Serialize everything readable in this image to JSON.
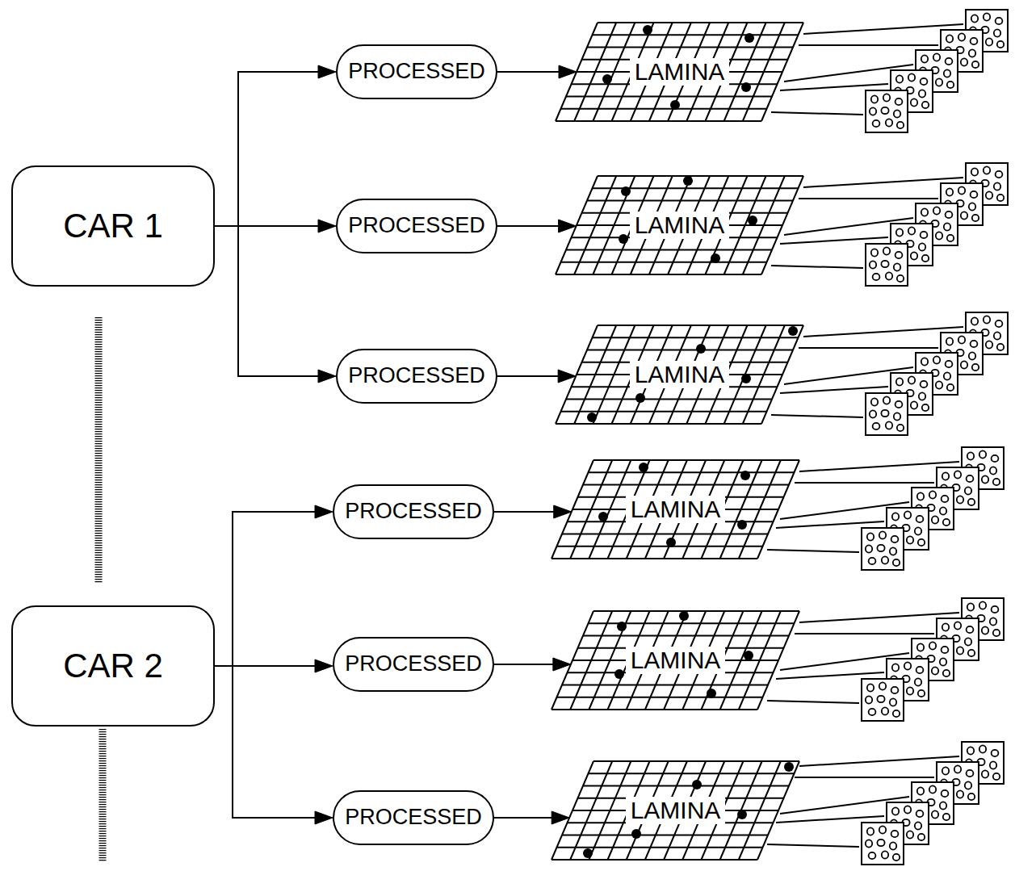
{
  "diagram": {
    "nodes": [
      {
        "text": [
          "CAR 1"
        ]
      },
      {
        "text": [
          "PROCESSED"
        ]
      },
      {
        "text": [
          "LAMINA"
        ]
      },
      {
        "text": [
          "PROCESSED"
        ]
      },
      {
        "text": [
          "LAMINA"
        ]
      },
      {
        "text": [
          "PROCESSED"
        ]
      },
      {
        "text": [
          "LAMINA"
        ]
      },
      {
        "text": [
          "CAR 2"
        ]
      },
      {
        "text": [
          "PROCESSED"
        ]
      },
      {
        "text": [
          "LAMINA"
        ]
      },
      {
        "text": [
          "PROCESSED"
        ]
      },
      {
        "text": [
          "LAMINA"
        ]
      },
      {
        "text": [
          "PROCESSED"
        ]
      },
      {
        "text": [
          "LAMINA"
        ]
      }
    ],
    "edges": [
      {
        "from": 0,
        "to": 1,
        "arrow": "to"
      },
      {
        "from": 0,
        "to": 3,
        "arrow": "to"
      },
      {
        "from": 0,
        "to": 5,
        "arrow": "to"
      },
      {
        "from": 1,
        "to": 2,
        "arrow": "to"
      },
      {
        "from": 3,
        "to": 4,
        "arrow": "to"
      },
      {
        "from": 5,
        "to": 6,
        "arrow": "to"
      },
      {
        "from": 7,
        "to": 8,
        "arrow": "to"
      },
      {
        "from": 7,
        "to": 10,
        "arrow": "to"
      },
      {
        "from": 7,
        "to": 12,
        "arrow": "to"
      },
      {
        "from": 8,
        "to": 9,
        "arrow": "to"
      },
      {
        "from": 10,
        "to": 11,
        "arrow": "to"
      },
      {
        "from": 12,
        "to": 13,
        "arrow": "to"
      }
    ]
  }
}
